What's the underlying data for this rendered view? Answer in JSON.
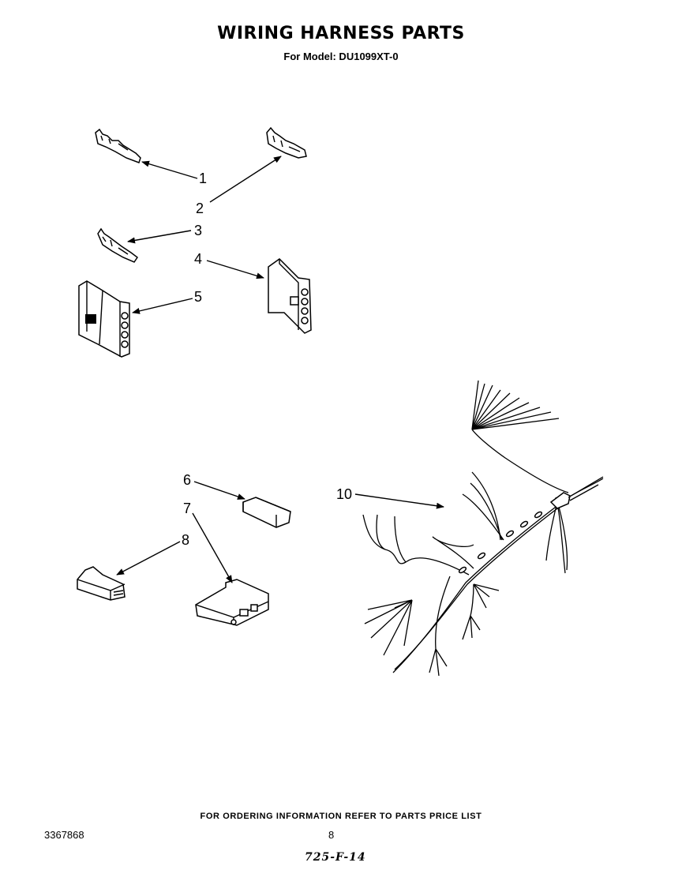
{
  "header": {
    "title": "WIRING HARNESS PARTS",
    "subtitle": "For Model: DU1099XT-0"
  },
  "callouts": [
    "1",
    "2",
    "3",
    "4",
    "5",
    "6",
    "7",
    "8",
    "10"
  ],
  "footer": {
    "ordering_note": "FOR ORDERING INFORMATION REFER TO PARTS PRICE LIST",
    "document_number": "3367868",
    "page_number": "8",
    "handwritten_code": "725-F-14"
  }
}
